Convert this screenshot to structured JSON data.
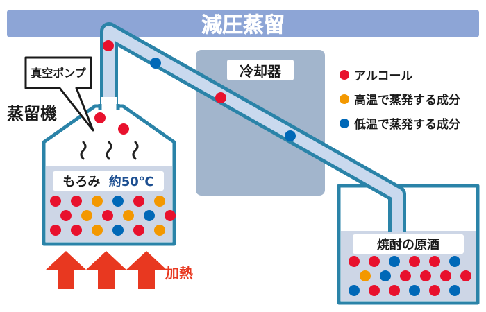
{
  "title": "減圧蒸留",
  "labels": {
    "vacuum_pump": "真空ポンプ",
    "distiller": "蒸留機",
    "cooler": "冷却器",
    "mash": "もろみ",
    "temperature": "約50℃",
    "heating": "加熱",
    "shochu": "焼酎の原酒"
  },
  "legend": [
    {
      "label": "アルコール",
      "color": "#e8112d"
    },
    {
      "label": "高温で蒸発する成分",
      "color": "#f39800"
    },
    {
      "label": "低温で蒸発する成分",
      "color": "#0068b7"
    }
  ],
  "colors": {
    "title_bar": "#8da5d6",
    "outline": "#2a83a8",
    "pipe_fill": "#c9d9ee",
    "cooler": "#a2b5cc",
    "liquid": "#cdd6e6",
    "heat_arrow": "#e83820",
    "text_dark": "#1a1a1a",
    "text_blue": "#1d4f91"
  },
  "icons": [
    "steam-icon",
    "heat-arrow-icon",
    "speech-callout-icon"
  ]
}
